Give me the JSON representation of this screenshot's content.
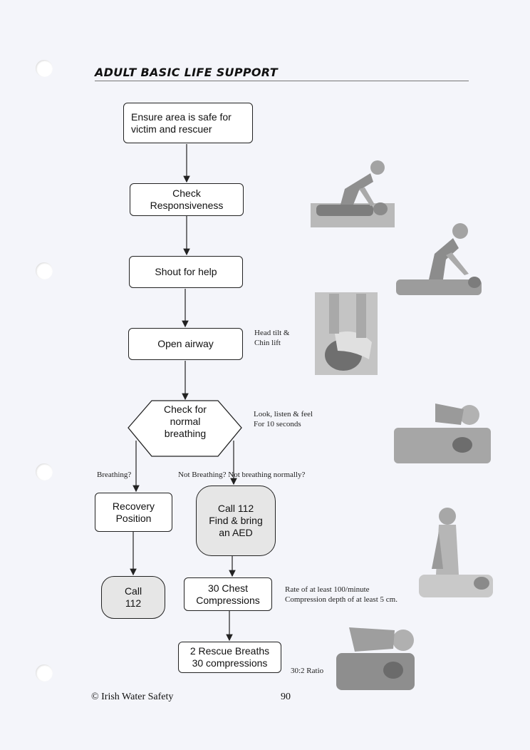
{
  "title": "ADULT BASIC LIFE SUPPORT",
  "steps": {
    "ensure_safe": "Ensure area is safe for\nvictim and rescuer",
    "check_responsiveness": "Check\nResponsiveness",
    "shout_help": "Shout for help",
    "open_airway": "Open airway",
    "check_breathing": "Check for\nnormal\nbreathing",
    "recovery_position": "Recovery\nPosition",
    "call_112_aed": "Call 112\nFind & bring\nan AED",
    "call_112": "Call\n112",
    "chest_compressions": "30 Chest\nCompressions",
    "rescue_breaths": "2 Rescue Breaths\n30 compressions"
  },
  "branch_labels": {
    "breathing": "Breathing?",
    "not_breathing": "Not Breathing? Not breathing normally?"
  },
  "notes": {
    "head_tilt": "Head tilt &\nChin lift",
    "look_listen": "Look, listen & feel\nFor 10 seconds",
    "rate": "Rate of at least 100/minute\nCompression depth of at least 5 cm.",
    "ratio": "30:2 Ratio"
  },
  "footer": {
    "copyright": "© Irish Water Safety",
    "page_number": "90"
  },
  "colors": {
    "terminal_fill": "#e6e6e6",
    "illustration_fill": "#9a9a9a"
  },
  "illustrations": [
    "rescuer-checking-responsiveness-illustration",
    "rescuer-shouting-for-help-illustration",
    "head-tilt-chin-lift-illustration",
    "look-listen-feel-illustration",
    "chest-compressions-illustration",
    "rescue-breaths-illustration"
  ]
}
